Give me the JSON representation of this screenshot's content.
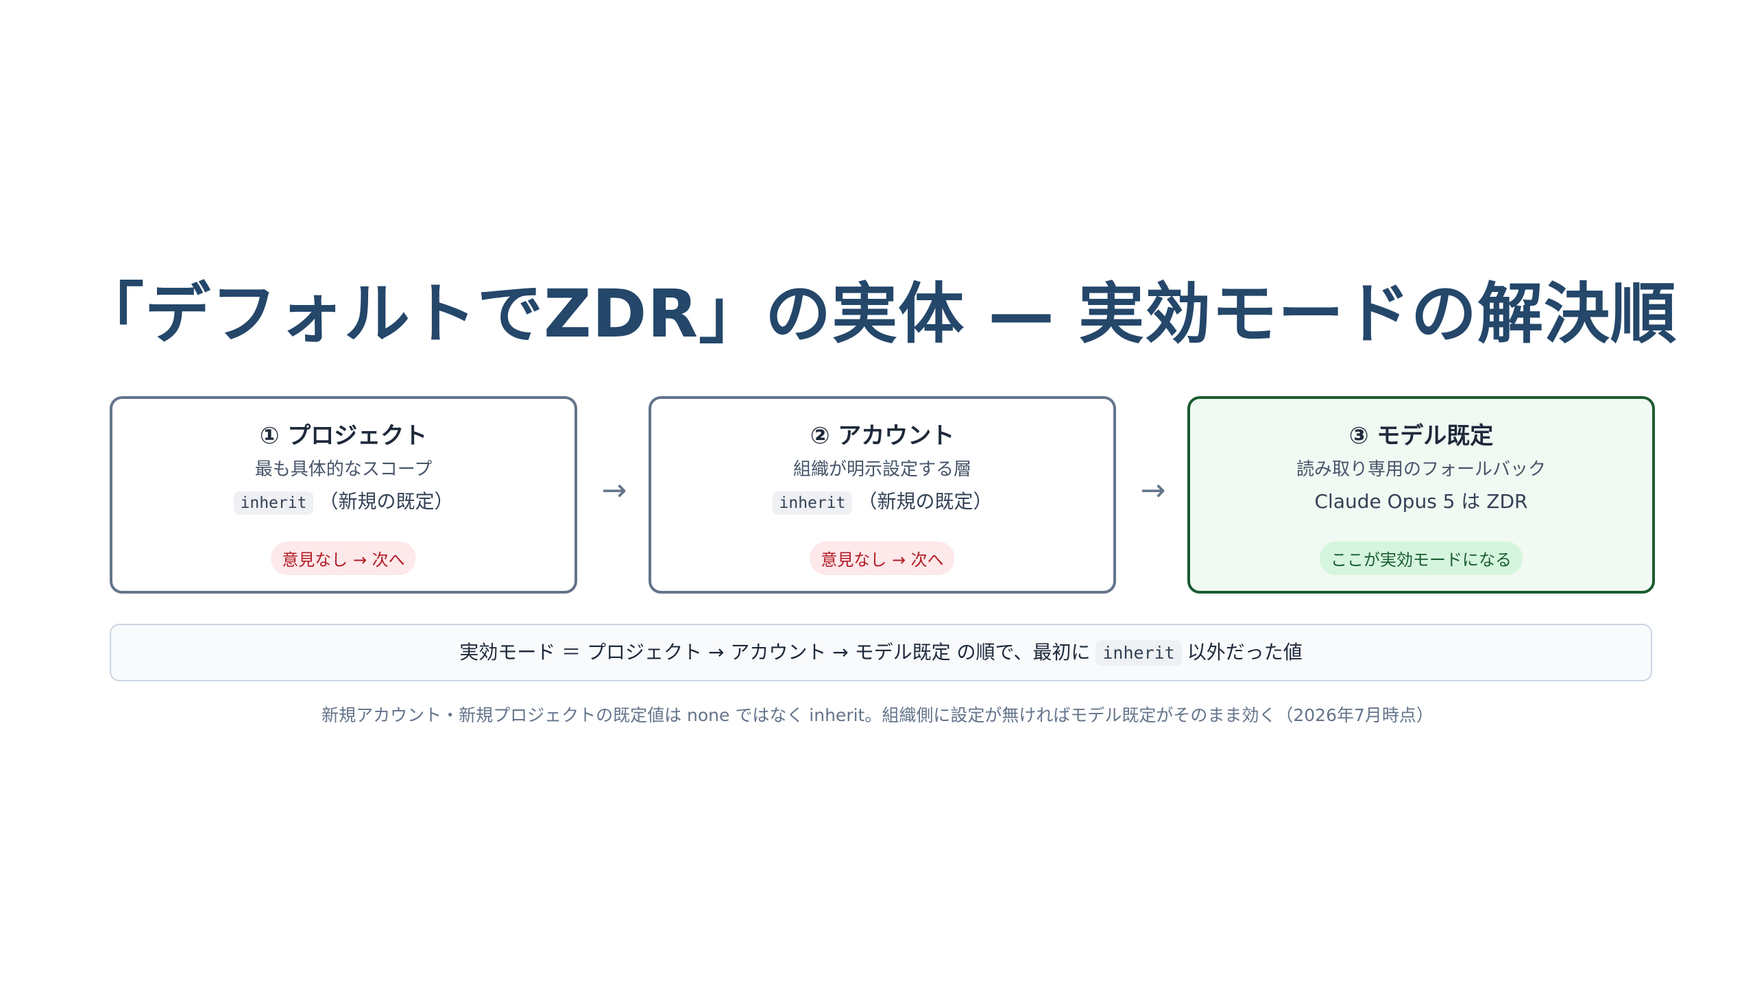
{
  "title": "「デフォルトでZDR」の実体 — 実効モードの解決順",
  "steps": [
    {
      "title": "① プロジェクト",
      "desc": "最も具体的なスコープ",
      "default_code": "inherit",
      "default_text": "（新規の既定）",
      "badge": "意見なし → 次へ"
    },
    {
      "title": "② アカウント",
      "desc": "組織が明示設定する層",
      "default_code": "inherit",
      "default_text": "（新規の既定）",
      "badge": "意見なし → 次へ"
    },
    {
      "title": "③ モデル既定",
      "desc": "読み取り専用のフォールバック",
      "default_text": "Claude Opus 5 は ZDR",
      "badge": "ここが実効モードになる"
    }
  ],
  "arrows": [
    "→",
    "→"
  ],
  "formula": {
    "prefix": "実効モード ＝ プロジェクト → アカウント → モデル既定 の順で、最初に",
    "code": "inherit",
    "suffix": "以外だった値"
  },
  "footnote": "新規アカウント・新規プロジェクトの既定値は none ではなく inherit。組織側に設定が無ければモデル既定がそのまま効く（2026年7月時点）",
  "colors": {
    "title": "#24476a",
    "step_border": "#64748b",
    "final_border": "#1a5c30",
    "final_bg": "#f0f9f2",
    "badge_red_bg": "#fde8ea",
    "badge_red_text": "#b31b25",
    "badge_green_bg": "#d5f5de",
    "badge_green_text": "#1a5c30"
  }
}
